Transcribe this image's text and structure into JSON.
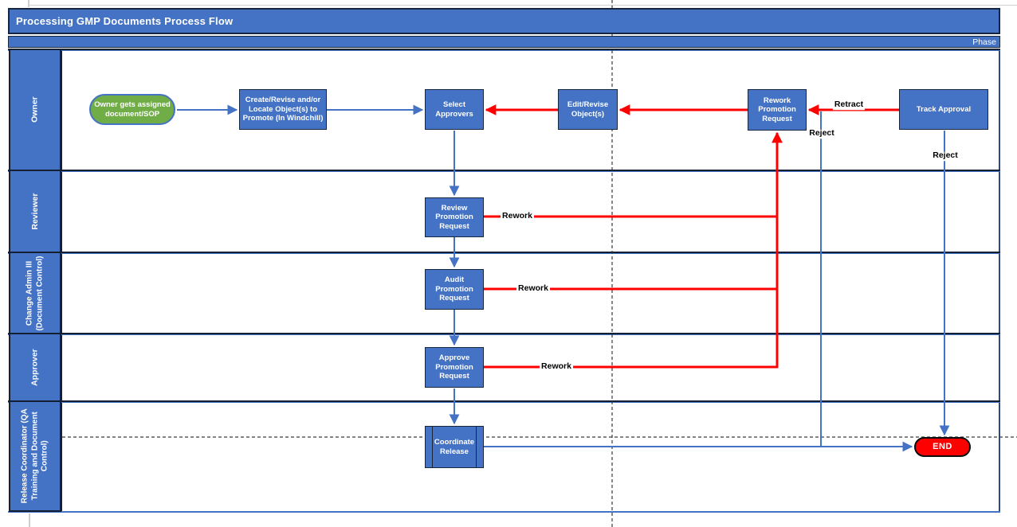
{
  "title": "Processing GMP Documents Process Flow",
  "phase_label": "Phase",
  "lanes": [
    {
      "label": "Owner"
    },
    {
      "label": "Reviewer"
    },
    {
      "label": "Change Admin III (Document Control)"
    },
    {
      "label": "Approver"
    },
    {
      "label": "Release Coordinator (QA Training and Document Control)"
    }
  ],
  "nodes": {
    "start": {
      "label": "Owner gets assigned document/SOP",
      "type": "start",
      "lane": "Owner"
    },
    "create_revise": {
      "label": "Create/Revise and/or Locate Object(s) to Promote (In Windchill)",
      "type": "process",
      "lane": "Owner"
    },
    "select_approvers": {
      "label": "Select Approvers",
      "type": "process",
      "lane": "Owner"
    },
    "edit_revise": {
      "label": "Edit/Revise Object(s)",
      "type": "process",
      "lane": "Owner"
    },
    "rework_promotion": {
      "label": "Rework Promotion Request",
      "type": "process",
      "lane": "Owner"
    },
    "track_approval": {
      "label": "Track Approval",
      "type": "process",
      "lane": "Owner"
    },
    "review_promotion": {
      "label": "Review Promotion Request",
      "type": "process",
      "lane": "Reviewer"
    },
    "audit_promotion": {
      "label": "Audit Promotion Request",
      "type": "process",
      "lane": "Change Admin III (Document Control)"
    },
    "approve_promotion": {
      "label": "Approve Promotion Request",
      "type": "process",
      "lane": "Approver"
    },
    "coordinate_release": {
      "label": "Coordinate Release",
      "type": "subprocess",
      "lane": "Release Coordinator (QA Training and Document Control)"
    },
    "end": {
      "label": "END",
      "type": "terminator",
      "lane": "Release Coordinator (QA Training and Document Control)"
    }
  },
  "edge_labels": {
    "retract": "Retract",
    "reject_after_retract": "Reject",
    "reject_track_approval": "Reject",
    "rework_review": "Rework",
    "rework_audit": "Rework",
    "rework_approve": "Rework"
  },
  "edges": [
    {
      "from": "start",
      "to": "create_revise",
      "color": "blue"
    },
    {
      "from": "create_revise",
      "to": "select_approvers",
      "color": "blue"
    },
    {
      "from": "select_approvers",
      "to": "review_promotion",
      "color": "blue"
    },
    {
      "from": "review_promotion",
      "to": "audit_promotion",
      "color": "blue"
    },
    {
      "from": "audit_promotion",
      "to": "approve_promotion",
      "color": "blue"
    },
    {
      "from": "approve_promotion",
      "to": "coordinate_release",
      "color": "blue"
    },
    {
      "from": "coordinate_release",
      "to": "end",
      "color": "blue"
    },
    {
      "from": "rework_promotion",
      "to": "edit_revise",
      "color": "red"
    },
    {
      "from": "edit_revise",
      "to": "select_approvers",
      "color": "red"
    },
    {
      "from": "track_approval",
      "to": "rework_promotion",
      "label": "Retract",
      "color": "red"
    },
    {
      "from": "retract_junction",
      "to": "end",
      "label": "Reject",
      "color": "blue"
    },
    {
      "from": "track_approval",
      "to": "end",
      "label": "Reject",
      "color": "blue"
    },
    {
      "from": "review_promotion",
      "to": "rework_promotion",
      "label": "Rework",
      "color": "red"
    },
    {
      "from": "audit_promotion",
      "to": "rework_promotion",
      "label": "Rework",
      "color": "red"
    },
    {
      "from": "approve_promotion",
      "to": "rework_promotion",
      "label": "Rework",
      "color": "red"
    }
  ],
  "colors": {
    "bar_blue": "#4472C4",
    "process_blue": "#4472C4",
    "start_green": "#70AD47",
    "flow_red": "#FF0000",
    "end_red": "#FF0000",
    "border_dark": "#17263D"
  }
}
